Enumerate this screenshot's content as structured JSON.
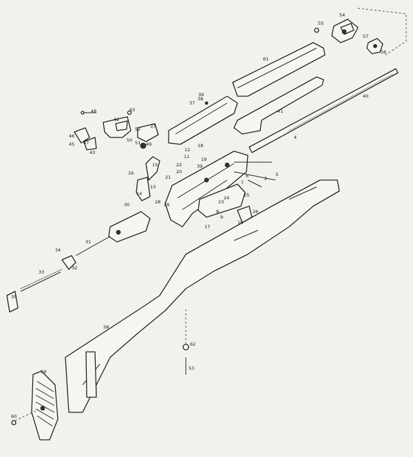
{
  "callouts": [
    "55",
    "54",
    "57",
    "56",
    "61",
    "40",
    "39",
    "37",
    "38",
    "41",
    "48",
    "63",
    "42",
    "52",
    "37",
    "47",
    "46",
    "45",
    "43",
    "50",
    "51",
    "49",
    "4",
    "12",
    "11",
    "18",
    "19",
    "22",
    "20",
    "15",
    "16",
    "13",
    "14",
    "21",
    "29",
    "28",
    "39",
    "3",
    "6",
    "7",
    "2",
    "25",
    "24",
    "26",
    "23",
    "9",
    "8",
    "10",
    "17",
    "30",
    "34",
    "31",
    "32",
    "33",
    "35",
    "58",
    "62",
    "53",
    "59",
    "60"
  ]
}
